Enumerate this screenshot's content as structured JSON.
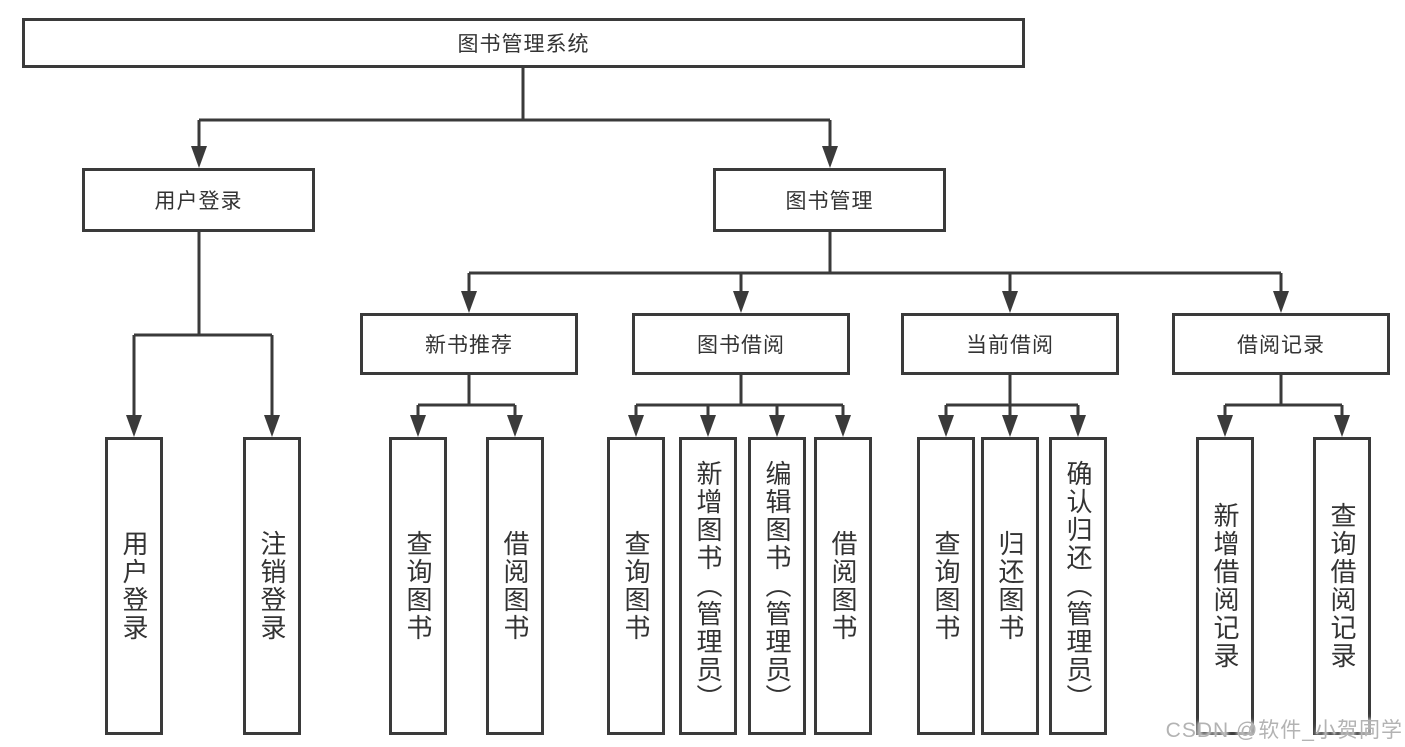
{
  "diagram": {
    "root": {
      "label": "图书管理系统"
    },
    "level2": [
      {
        "label": "用户登录"
      },
      {
        "label": "图书管理"
      }
    ],
    "level3": [
      {
        "label": "新书推荐"
      },
      {
        "label": "图书借阅"
      },
      {
        "label": "当前借阅"
      },
      {
        "label": "借阅记录"
      }
    ],
    "leaves": {
      "user_login": [
        "用户登录",
        "注销登录"
      ],
      "new_book_recommend": [
        "查询图书",
        "借阅图书"
      ],
      "book_borrowing": [
        "查询图书",
        "新增图书（管理员）",
        "编辑图书（管理员）",
        "借阅图书"
      ],
      "current_borrowing": [
        "查询图书",
        "归还图书",
        "确认归还（管理员）"
      ],
      "borrowing_records": [
        "新增借阅记录",
        "查询借阅记录"
      ]
    }
  },
  "watermark": {
    "text": "CSDN @软件_小贺同学"
  },
  "colors": {
    "line": "#3a3a3a",
    "text": "#333333",
    "watermark": "#b3b3b3",
    "background": "#ffffff"
  }
}
